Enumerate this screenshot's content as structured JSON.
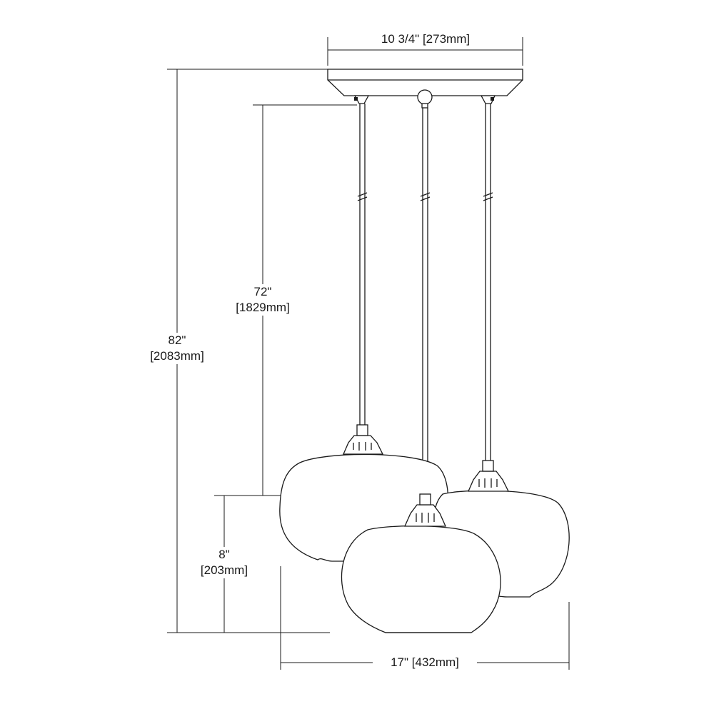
{
  "dimensions": {
    "canopy_width": {
      "imperial": "10 3/4\"",
      "metric": "[273mm]"
    },
    "cord_length": {
      "imperial": "72\"",
      "metric": "[1829mm]"
    },
    "overall_height": {
      "imperial": "82\"",
      "metric": "[2083mm]"
    },
    "shade_height": {
      "imperial": "8\"",
      "metric": "[203mm]"
    },
    "overall_width": {
      "imperial": "17\"",
      "metric": "[432mm]"
    }
  },
  "colors": {
    "line": "#1a1a1a",
    "background": "#ffffff"
  }
}
